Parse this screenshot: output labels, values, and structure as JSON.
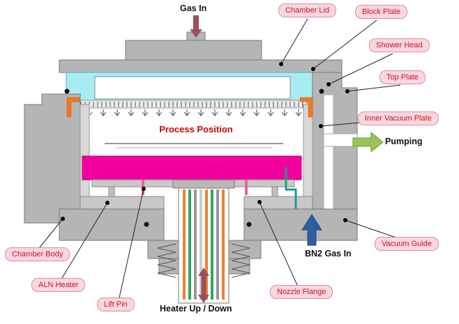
{
  "labels": {
    "gas_in": "Gas In",
    "chamber_lid": "Chamber Lid",
    "block_plate": "Block Plate",
    "shower_head": "Shower Head",
    "top_plate": "Top Plate",
    "inner_vacuum_plate": "Inner Vacuum Plate",
    "pumping": "Pumping",
    "process_position": "Process Position",
    "vacuum_guide": "Vacuum Guide",
    "bn2_gas_in": "BN2 Gas In",
    "nozzle_flange": "Nozzle Flange",
    "heater_up_down": "Heater Up / Down",
    "lift_pin": "Lift Pin",
    "aln_heater": "ALN Heater",
    "chamber_body": "Chamber Body"
  },
  "colors": {
    "label_box_bg": "#f9d7de",
    "label_box_border": "#d2919f",
    "label_text": "#cc1122",
    "process_text": "#d40000",
    "chamber_gray": "#b5b5b5",
    "shower_cyan": "#a8ecf2",
    "heater_magenta": "#f2009e",
    "pumping_green": "#9dc25a",
    "bn2_blue": "#2e5fa3",
    "gas_arrow_maroon": "#9a4f5f",
    "orange_clamp": "#f07820",
    "teal_line": "#12a08e"
  }
}
